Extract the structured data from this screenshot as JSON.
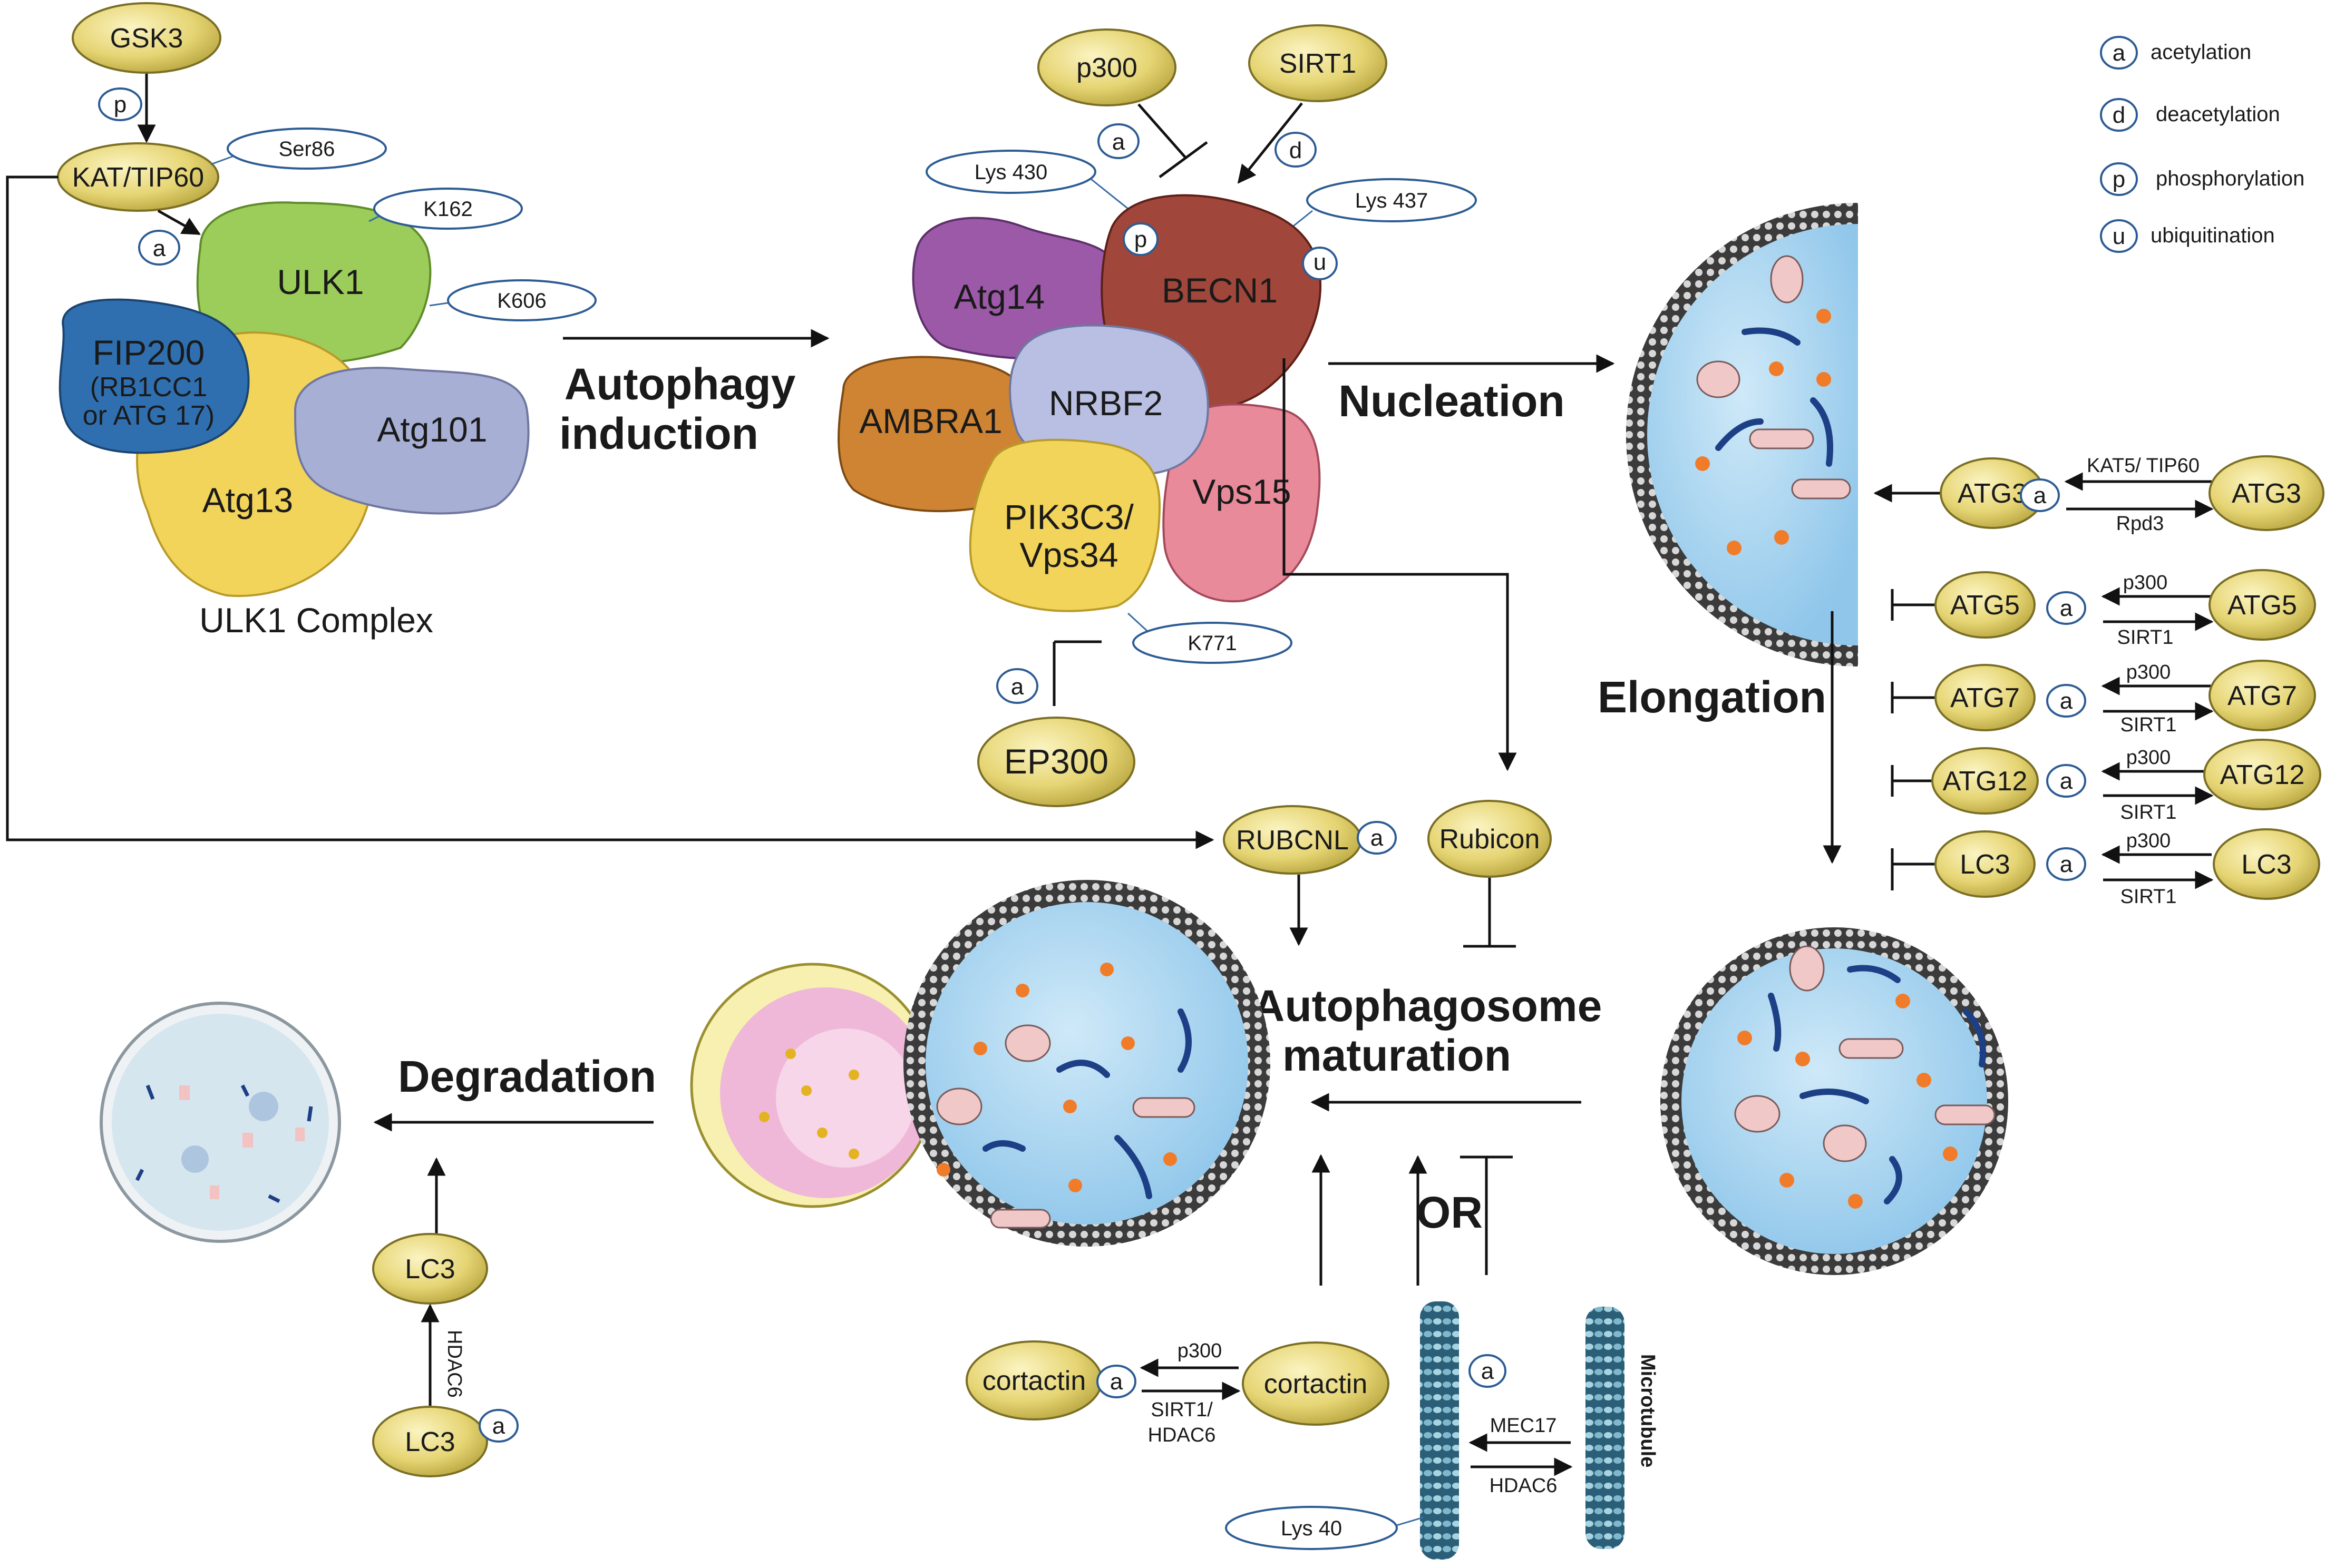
{
  "colors": {
    "node_fill": "#e9dc7a",
    "ulk1": "#9ccc5a",
    "fip200": "#2f6fb0",
    "atg13": "#f2d45a",
    "atg101": "#a7afd4",
    "atg14": "#9b59a8",
    "becn1": "#a0463a",
    "ambra1": "#cf8433",
    "nrbf2": "#b9bfe3",
    "pik3c3": "#f2d45a",
    "vps15": "#e88a99",
    "cytoplasm": "#a8d4ef",
    "lysosome": "#f0b8d8",
    "dot": "#f07c2a",
    "strand": "#1d3f86"
  },
  "legend": [
    {
      "symbol": "a",
      "label": "acetylation"
    },
    {
      "symbol": "d",
      "label": "deacetylation"
    },
    {
      "symbol": "p",
      "label": "phosphorylation"
    },
    {
      "symbol": "u",
      "label": "ubiquitination"
    }
  ],
  "ulk": {
    "gsk3": "GSK3",
    "p": "p",
    "kat": "KAT/TIP60",
    "ser86": "Ser86",
    "a": "a",
    "k162": "K162",
    "k606": "K606",
    "ulk1": "ULK1",
    "fip200_l1": "FIP200",
    "fip200_l2": "(RB1CC1",
    "fip200_l3": "or ATG 17)",
    "atg13": "Atg13",
    "atg101": "Atg101",
    "complex": "ULK1 Complex"
  },
  "steps": {
    "induction_l1": "Autophagy",
    "induction_l2": "induction",
    "nucleation": "Nucleation",
    "elongation": "Elongation",
    "maturation_l1": "Autophagosome",
    "maturation_l2": "maturation",
    "degradation": "Degradation",
    "or": "OR"
  },
  "pi3k": {
    "p300": "p300",
    "sirt1": "SIRT1",
    "a": "a",
    "d": "d",
    "lys430": "Lys 430",
    "lys437": "Lys 437",
    "p": "p",
    "u": "u",
    "atg14": "Atg14",
    "becn1": "BECN1",
    "ambra1": "AMBRA1",
    "nrbf2": "NRBF2",
    "pik_l1": "PIK3C3/",
    "pik_l2": "Vps34",
    "vps15": "Vps15",
    "k771": "K771",
    "a2": "a",
    "ep300": "EP300"
  },
  "middle": {
    "rubcnl": "RUBCNL",
    "a": "a",
    "rubicon": "Rubicon"
  },
  "atg_rows": [
    {
      "left": "ATG3",
      "mod": "a",
      "top": "KAT5/ TIP60",
      "bottom": "Rpd3",
      "right": "ATG3"
    },
    {
      "left": "ATG5",
      "mod": "a",
      "top": "p300",
      "bottom": "SIRT1",
      "right": "ATG5"
    },
    {
      "left": "ATG7",
      "mod": "a",
      "top": "p300",
      "bottom": "SIRT1",
      "right": "ATG7"
    },
    {
      "left": "ATG12",
      "mod": "a",
      "top": "p300",
      "bottom": "SIRT1",
      "right": "ATG12"
    },
    {
      "left": "LC3",
      "mod": "a",
      "top": "p300",
      "bottom": "SIRT1",
      "right": "LC3"
    }
  ],
  "bottom": {
    "lc3_top": "LC3",
    "lc3_bottom": "LC3",
    "hdac6": "HDAC6",
    "a": "a",
    "cortactin_left": "cortactin",
    "cortactin_right": "cortactin",
    "p300": "p300",
    "sirt1_l1": "SIRT1/",
    "sirt1_l2": "HDAC6",
    "mec17": "MEC17",
    "hdac6_mt": "HDAC6",
    "microtubule": "Microtubule",
    "lys40": "Lys 40",
    "a_mt": "a"
  }
}
